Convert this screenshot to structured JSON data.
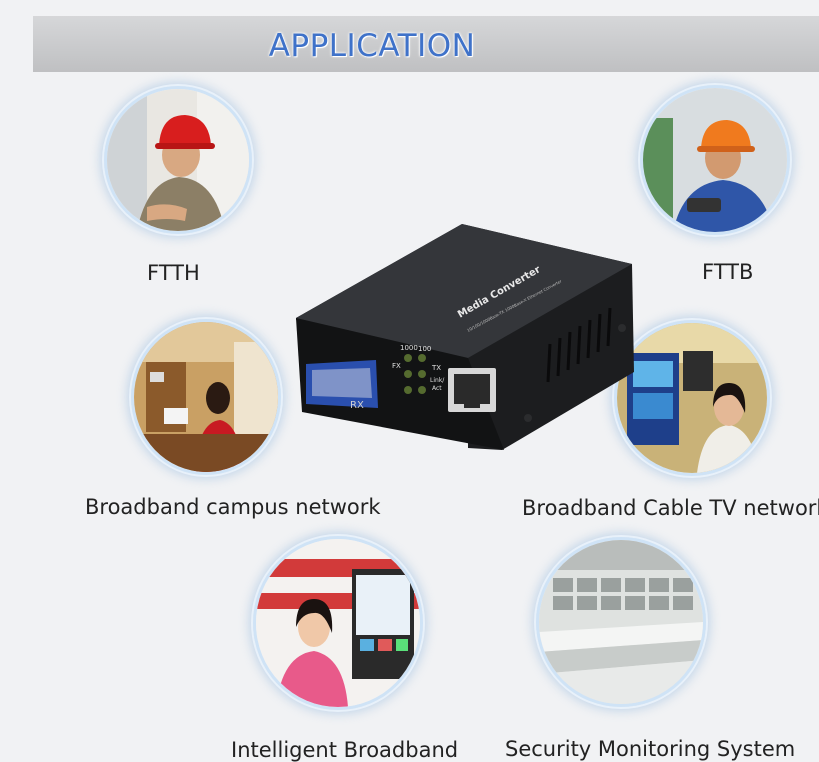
{
  "header": {
    "title": "APPLICATION"
  },
  "applications": [
    {
      "label": "FTTH",
      "icon": "worker-hardhat-icon"
    },
    {
      "label": "FTTB",
      "icon": "technician-icon"
    },
    {
      "label": "Broadband campus network",
      "icon": "campus-room-icon"
    },
    {
      "label": "Broadband Cable TV network",
      "icon": "tv-wall-icon"
    },
    {
      "label": "Intelligent Broadband",
      "icon": "smart-tv-icon"
    },
    {
      "label": "Security Monitoring System",
      "icon": "control-room-icon"
    }
  ],
  "device": {
    "brand": "Media Converter",
    "spec": "10/100/1000Base-TX 1000Base-X Ethernet Converter",
    "led_1000": "1000",
    "led_100": "100",
    "led_fx": "FX",
    "led_tx": "TX",
    "led_link": "Link/",
    "led_act": "Act",
    "port_label": "RX"
  },
  "colors": {
    "title": "#3f72c9",
    "banner": "#c8c9cb",
    "ring": "#cfe3f6"
  }
}
